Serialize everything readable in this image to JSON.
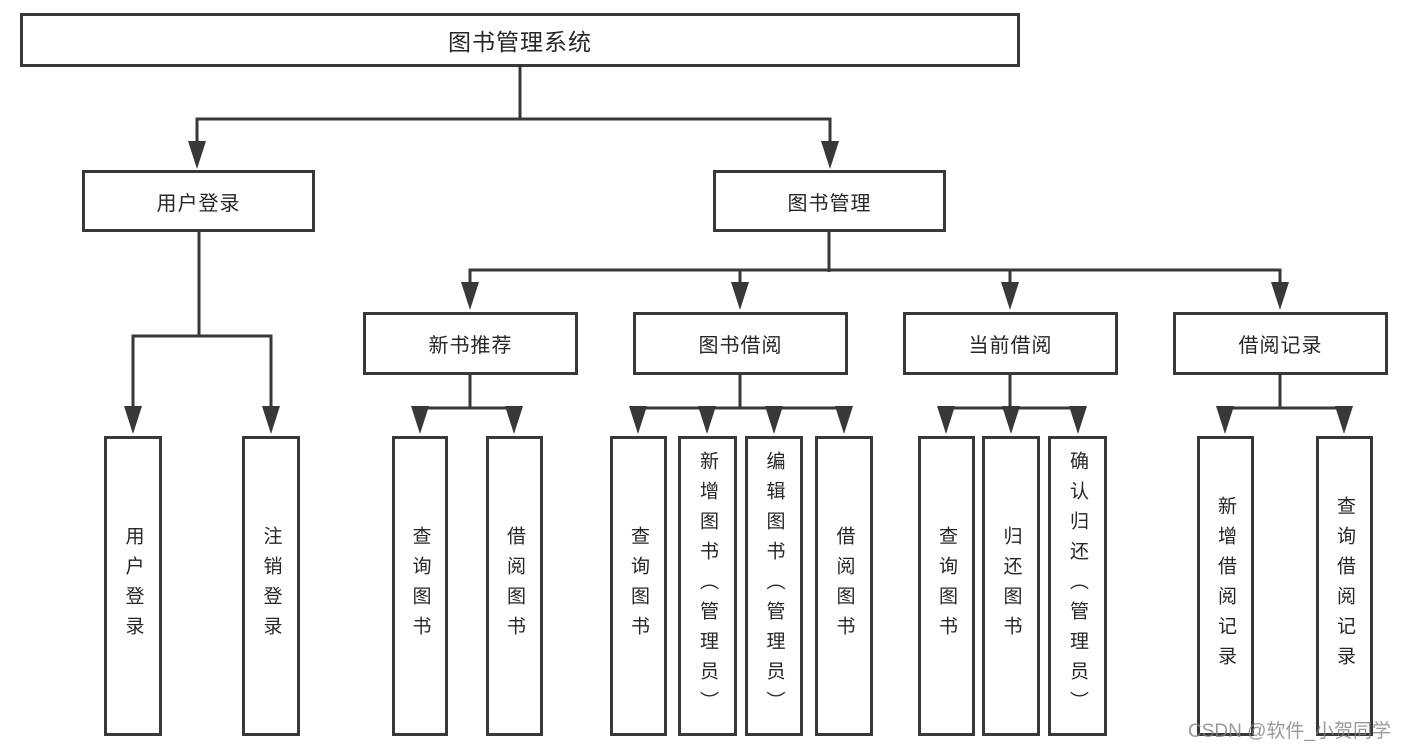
{
  "diagram": {
    "root": {
      "label": "图书管理系统",
      "children": [
        {
          "label": "用户登录",
          "children": [
            {
              "label": "用户登录"
            },
            {
              "label": "注销登录"
            }
          ]
        },
        {
          "label": "图书管理",
          "children": [
            {
              "label": "新书推荐",
              "children": [
                {
                  "label": "查询图书"
                },
                {
                  "label": "借阅图书"
                }
              ]
            },
            {
              "label": "图书借阅",
              "children": [
                {
                  "label": "查询图书"
                },
                {
                  "label": "新增图书（管理员）"
                },
                {
                  "label": "编辑图书（管理员）"
                },
                {
                  "label": "借阅图书"
                }
              ]
            },
            {
              "label": "当前借阅",
              "children": [
                {
                  "label": "查询图书"
                },
                {
                  "label": "归还图书"
                },
                {
                  "label": "确认归还（管理员）"
                }
              ]
            },
            {
              "label": "借阅记录",
              "children": [
                {
                  "label": "新增借阅记录"
                },
                {
                  "label": "查询借阅记录"
                }
              ]
            }
          ]
        }
      ]
    },
    "colors": {
      "line": "#383838",
      "text": "#262626",
      "background": "#ffffff",
      "watermark": "#80808a"
    }
  },
  "watermark": {
    "text": "CSDN @软件_小贺同学"
  }
}
